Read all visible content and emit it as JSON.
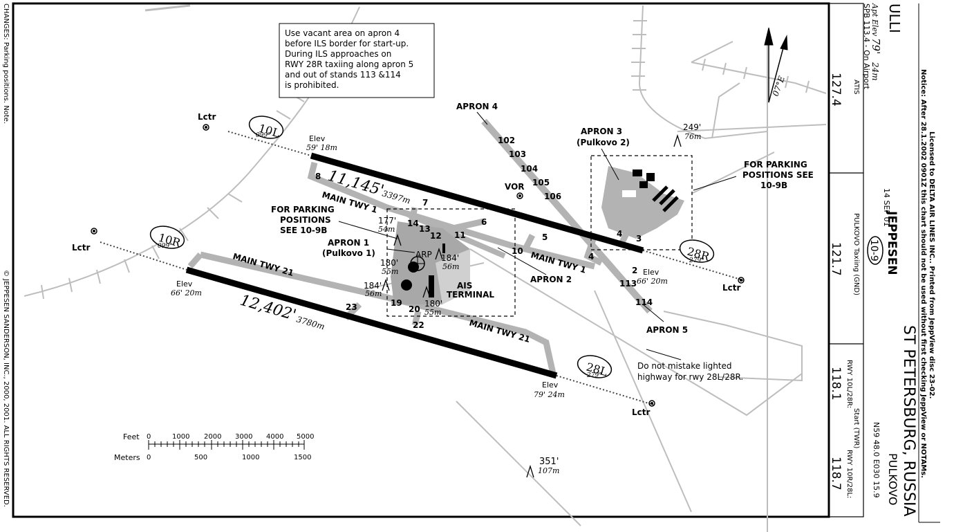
{
  "header": {
    "airport_code": "ULLI",
    "apt_elev_label": "Apt Elev",
    "apt_elev_value": "79'",
    "apt_elev_meters": "24m",
    "vor_info": "SPB 113.4 - On Airport",
    "city_country": "ST PETERSBURG, RUSSIA",
    "airport_name": "PULKOVO",
    "coords": "N59 48.0  E030 15.9",
    "chart_number": "10-9",
    "chart_date": "14 SEP 01",
    "brand": "JEPPESEN"
  },
  "frequencies": [
    {
      "label": "ATIS",
      "value": "127.4"
    },
    {
      "label": "PULKOVO Taxiing (GND)",
      "value": "121.7"
    },
    {
      "label": "Start (TWR)",
      "sub1": "RWY 10L/28R:",
      "value1": "118.1",
      "sub2": "RWY 10R/28L:",
      "value2": "118.7"
    }
  ],
  "notices": {
    "license": "Licensed to DELTA AIR LINES INC.. Printed from JeppView disc 23-02.",
    "warning": "Notice: After 28.1.2002 0901Z this chart should not be used without first checking JeppView or NOTAMs.",
    "changes": "CHANGES: Parking positions. Note.",
    "copyright": "© JEPPESEN SANDERSON, INC., 2000, 2001. ALL RIGHTS RESERVED."
  },
  "note_box": [
    "Use vacant area on apron 4",
    "before ILS border for start-up.",
    "During ILS approaches on",
    "RWY 28R taxiing along apron 5",
    "and out of stands 113 &114",
    "is prohibited."
  ],
  "runways": {
    "rwy_10L": "10L",
    "rwy_10L_hdg": "099°",
    "rwy_28R": "28R",
    "rwy_28R_hdg": "279°",
    "rwy_10R": "10R",
    "rwy_10R_hdg": "099°",
    "rwy_28L": "28L",
    "rwy_28L_hdg": "279°",
    "north_length": "11,145'",
    "north_length_m": "3397m",
    "south_length": "12,402'",
    "south_length_m": "3780m"
  },
  "elevations": {
    "elev_label": "Elev",
    "e10L": "59' 18m",
    "e28R": "66' 20m",
    "e10R": "66' 20m",
    "e28L": "79' 24m"
  },
  "labels": {
    "apron4": "APRON 4",
    "apron3": "APRON 3",
    "apron3_sub": "(Pulkovo 2)",
    "apron1": "APRON 1",
    "apron1_sub": "(Pulkovo 1)",
    "apron2": "APRON 2",
    "apron5": "APRON 5",
    "parking_left": [
      "FOR PARKING",
      "POSITIONS",
      "SEE 10-9B"
    ],
    "parking_right": [
      "FOR PARKING",
      "POSITIONS SEE",
      "10-9B"
    ],
    "main_twy1_a": "MAIN TWY 1",
    "main_twy1_b": "MAIN TWY 1",
    "main_twy21_a": "MAIN TWY 21",
    "main_twy21_b": "MAIN TWY 21",
    "vor": "VOR",
    "arp": "ARP",
    "ais": "AIS",
    "terminal": "TERMINAL",
    "lctr": "Lctr",
    "highway_note": [
      "Do not mistake lighted",
      "highway for rwy 28L/28R."
    ],
    "variation": "07°E"
  },
  "obstacles": {
    "o249": "249'",
    "o249m": "76m",
    "o177": "177'",
    "o177m": "54m",
    "o184a": "184'",
    "o184am": "56m",
    "o180a": "180'",
    "o180am": "55m",
    "o184b": "184'",
    "o184bm": "56m",
    "o180b": "180'",
    "o180bm": "55m",
    "o351": "351'",
    "o351m": "107m"
  },
  "taxiway_numbers": {
    "n2": "2",
    "n3": "3",
    "n4a": "4",
    "n4b": "4",
    "n5": "5",
    "n7": "7",
    "n8": "8",
    "n10": "10",
    "n11": "11",
    "n12": "12",
    "n13": "13",
    "n14": "14",
    "n19": "19",
    "n20": "20",
    "n22": "22",
    "n23": "23",
    "n6": "6",
    "s102": "102",
    "s103": "103",
    "s104": "104",
    "s105": "105",
    "s106": "106",
    "s113": "113",
    "s114": "114"
  },
  "scale": {
    "feet_label": "Feet",
    "meters_label": "Meters",
    "feet_ticks": [
      "0",
      "1000",
      "2000",
      "3000",
      "4000",
      "5000"
    ],
    "meter_ticks": [
      "0",
      "500",
      "1000",
      "1500"
    ]
  }
}
